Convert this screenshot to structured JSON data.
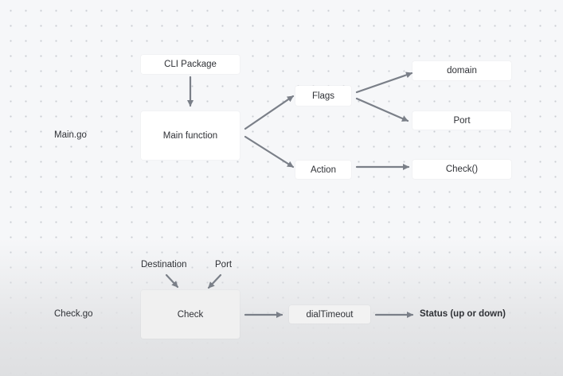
{
  "sections": {
    "main": "Main.go",
    "check": "Check.go"
  },
  "nodes": {
    "cli_package": "CLI Package",
    "main_function": "Main function",
    "flags": "Flags",
    "action": "Action",
    "domain": "domain",
    "port": "Port",
    "check_fn": "Check()",
    "check": "Check",
    "dial_timeout": "dialTimeout"
  },
  "inputs": {
    "destination": "Destination",
    "port": "Port"
  },
  "output": {
    "status": "Status (up or down)"
  },
  "colors": {
    "arrow": "#7a7f88",
    "node_fill": "#ffffff",
    "check_fill": "#f0f0f0",
    "background": "#f6f7f9"
  }
}
